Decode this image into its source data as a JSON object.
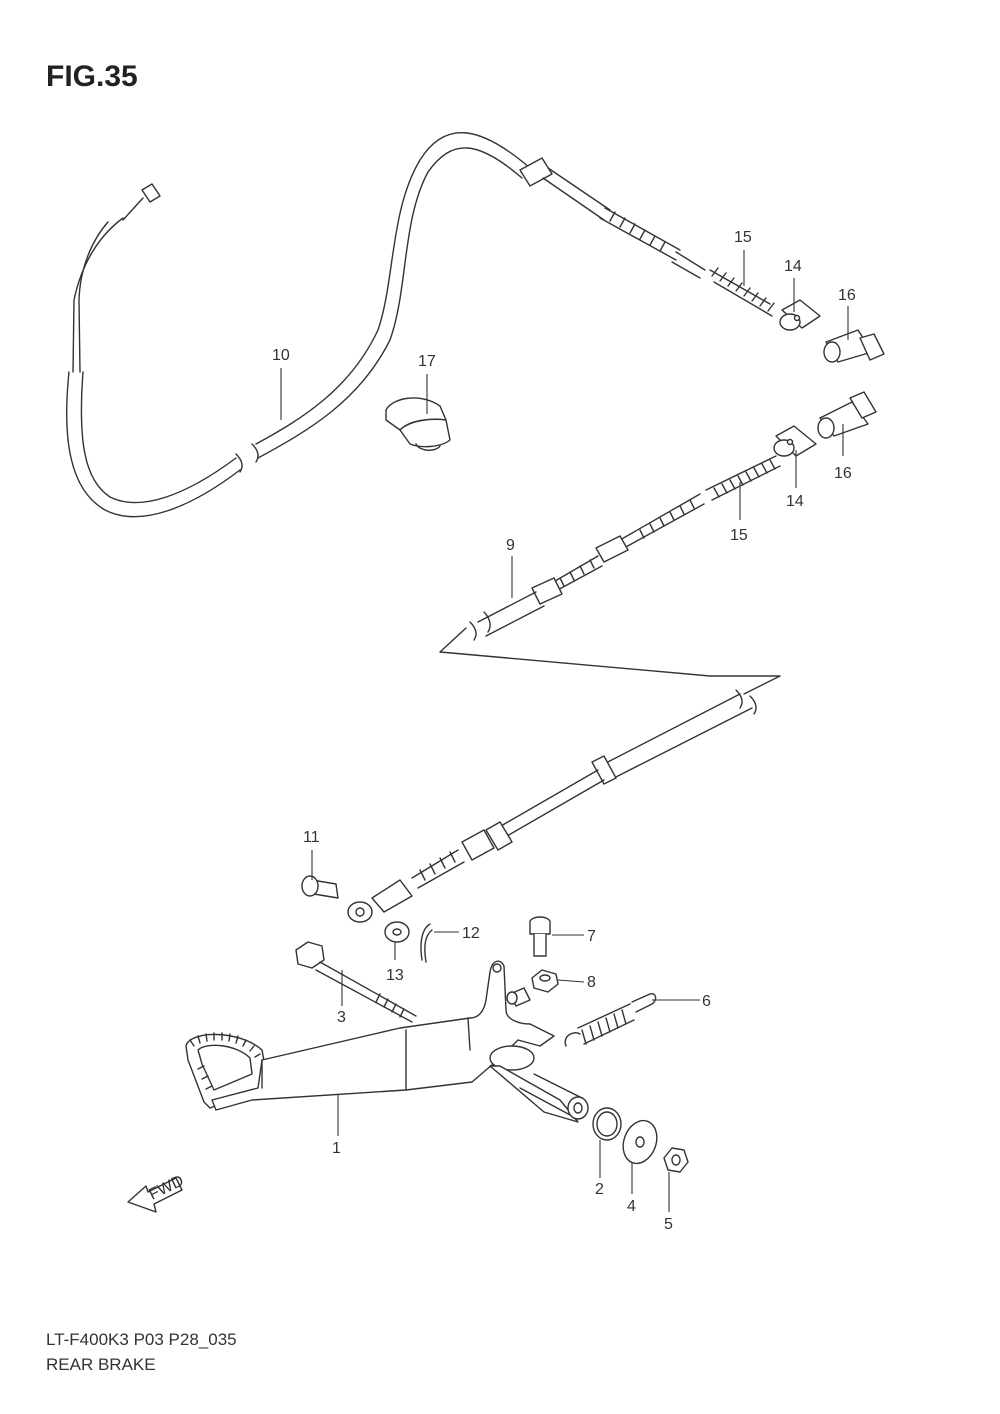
{
  "figure": {
    "title": "FIG.35",
    "code": "LT-F400K3 P03 P28_035",
    "name": "REAR BRAKE",
    "fwd_label": "FWD"
  },
  "callouts": {
    "c1": "1",
    "c2": "2",
    "c3": "3",
    "c4": "4",
    "c5": "5",
    "c6": "6",
    "c7": "7",
    "c8": "8",
    "c9": "9",
    "c10": "10",
    "c11": "11",
    "c12": "12",
    "c13": "13",
    "c14a": "14",
    "c14b": "14",
    "c15a": "15",
    "c15b": "15",
    "c16a": "16",
    "c16b": "16",
    "c17": "17"
  }
}
